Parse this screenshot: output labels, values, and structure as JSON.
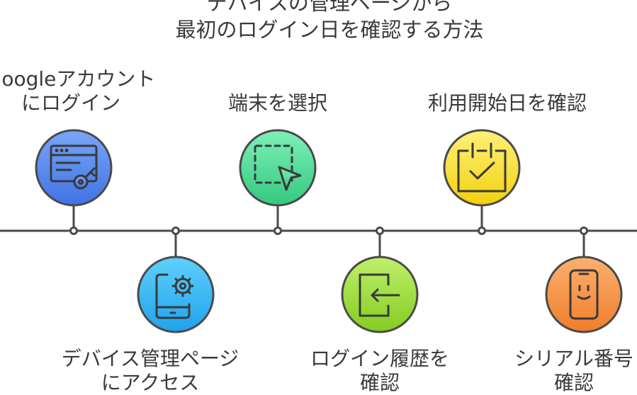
{
  "title": {
    "line1": "デバイスの管理ページから",
    "line2": "最初のログイン日を確認する方法"
  },
  "steps": [
    {
      "label_lines": [
        "Googleアカウント",
        "にログイン"
      ],
      "icon": "browser-key-icon",
      "color": "#5b8def"
    },
    {
      "label_lines": [
        "デバイス管理ページ",
        "にアクセス"
      ],
      "icon": "phone-gear-icon",
      "color": "#35b7f0"
    },
    {
      "label_lines": [
        "端末を選択"
      ],
      "icon": "cursor-select-icon",
      "color": "#4fd89a"
    },
    {
      "label_lines": [
        "ログイン履歴を",
        "確認"
      ],
      "icon": "login-arrow-icon",
      "color": "#9bd83a"
    },
    {
      "label_lines": [
        "利用開始日を確認"
      ],
      "icon": "calendar-check-icon",
      "color": "#f6dd2b"
    },
    {
      "label_lines": [
        "シリアル番号",
        "確認"
      ],
      "icon": "phone-face-icon",
      "color": "#f59346"
    }
  ]
}
